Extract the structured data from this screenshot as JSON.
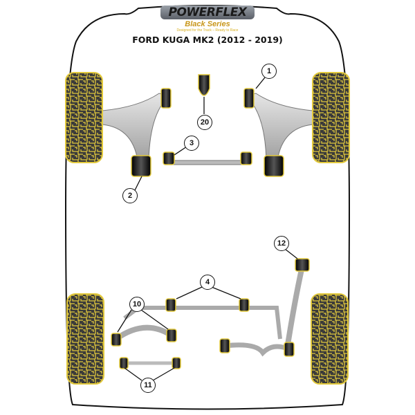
{
  "logo": {
    "brand": "POWERFLEX",
    "series": "Black Series",
    "tagline": "Designed for the Track – Ready to Race"
  },
  "title": "FORD KUGA MK2 (2012 - 2019)",
  "callouts": [
    "1",
    "2",
    "3",
    "4",
    "10",
    "11",
    "12",
    "20"
  ],
  "colors": {
    "tire": "#e2c93c",
    "tread": "#3a3a3a",
    "bush": "#151515",
    "arm": "#b5b5b5"
  }
}
